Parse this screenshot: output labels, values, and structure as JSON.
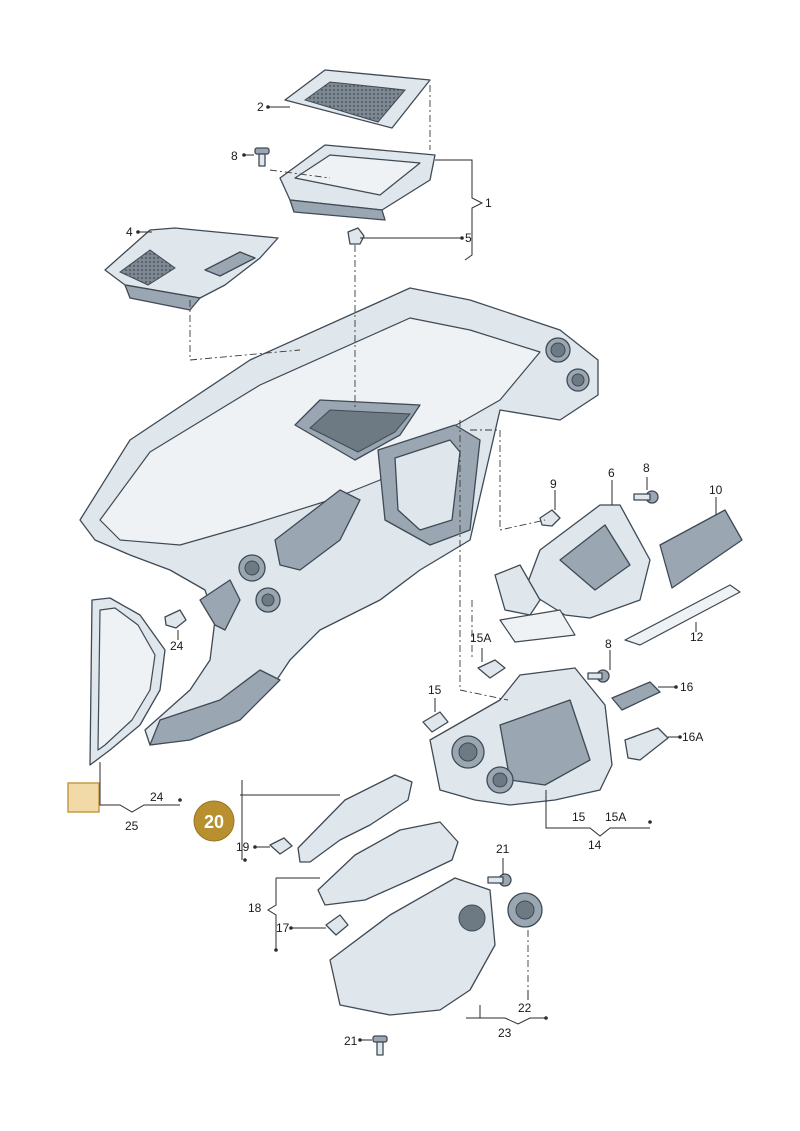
{
  "labels": {
    "p1": "1",
    "p2": "2",
    "p4": "4",
    "p5": "5",
    "p6": "6",
    "p8a": "8",
    "p8b": "8",
    "p8c": "8",
    "p9": "9",
    "p10": "10",
    "p12": "12",
    "p14": "14",
    "p15": "15",
    "p15b": "15",
    "p15A": "15A",
    "p15Ab": "15A",
    "p16": "16",
    "p16A": "16A",
    "p17": "17",
    "p18": "18",
    "p19": "19",
    "p21a": "21",
    "p21b": "21",
    "p22": "22",
    "p23": "23",
    "p24a": "24",
    "p24b": "24",
    "p25": "25"
  },
  "highlight": {
    "badge": "20",
    "badge_color": "#b8902f",
    "swatch_color": "#f1d9a8"
  },
  "colors": {
    "part_fill": "#dfe6ec",
    "part_dark": "#9aa6b1",
    "outline": "#3f4a55"
  }
}
